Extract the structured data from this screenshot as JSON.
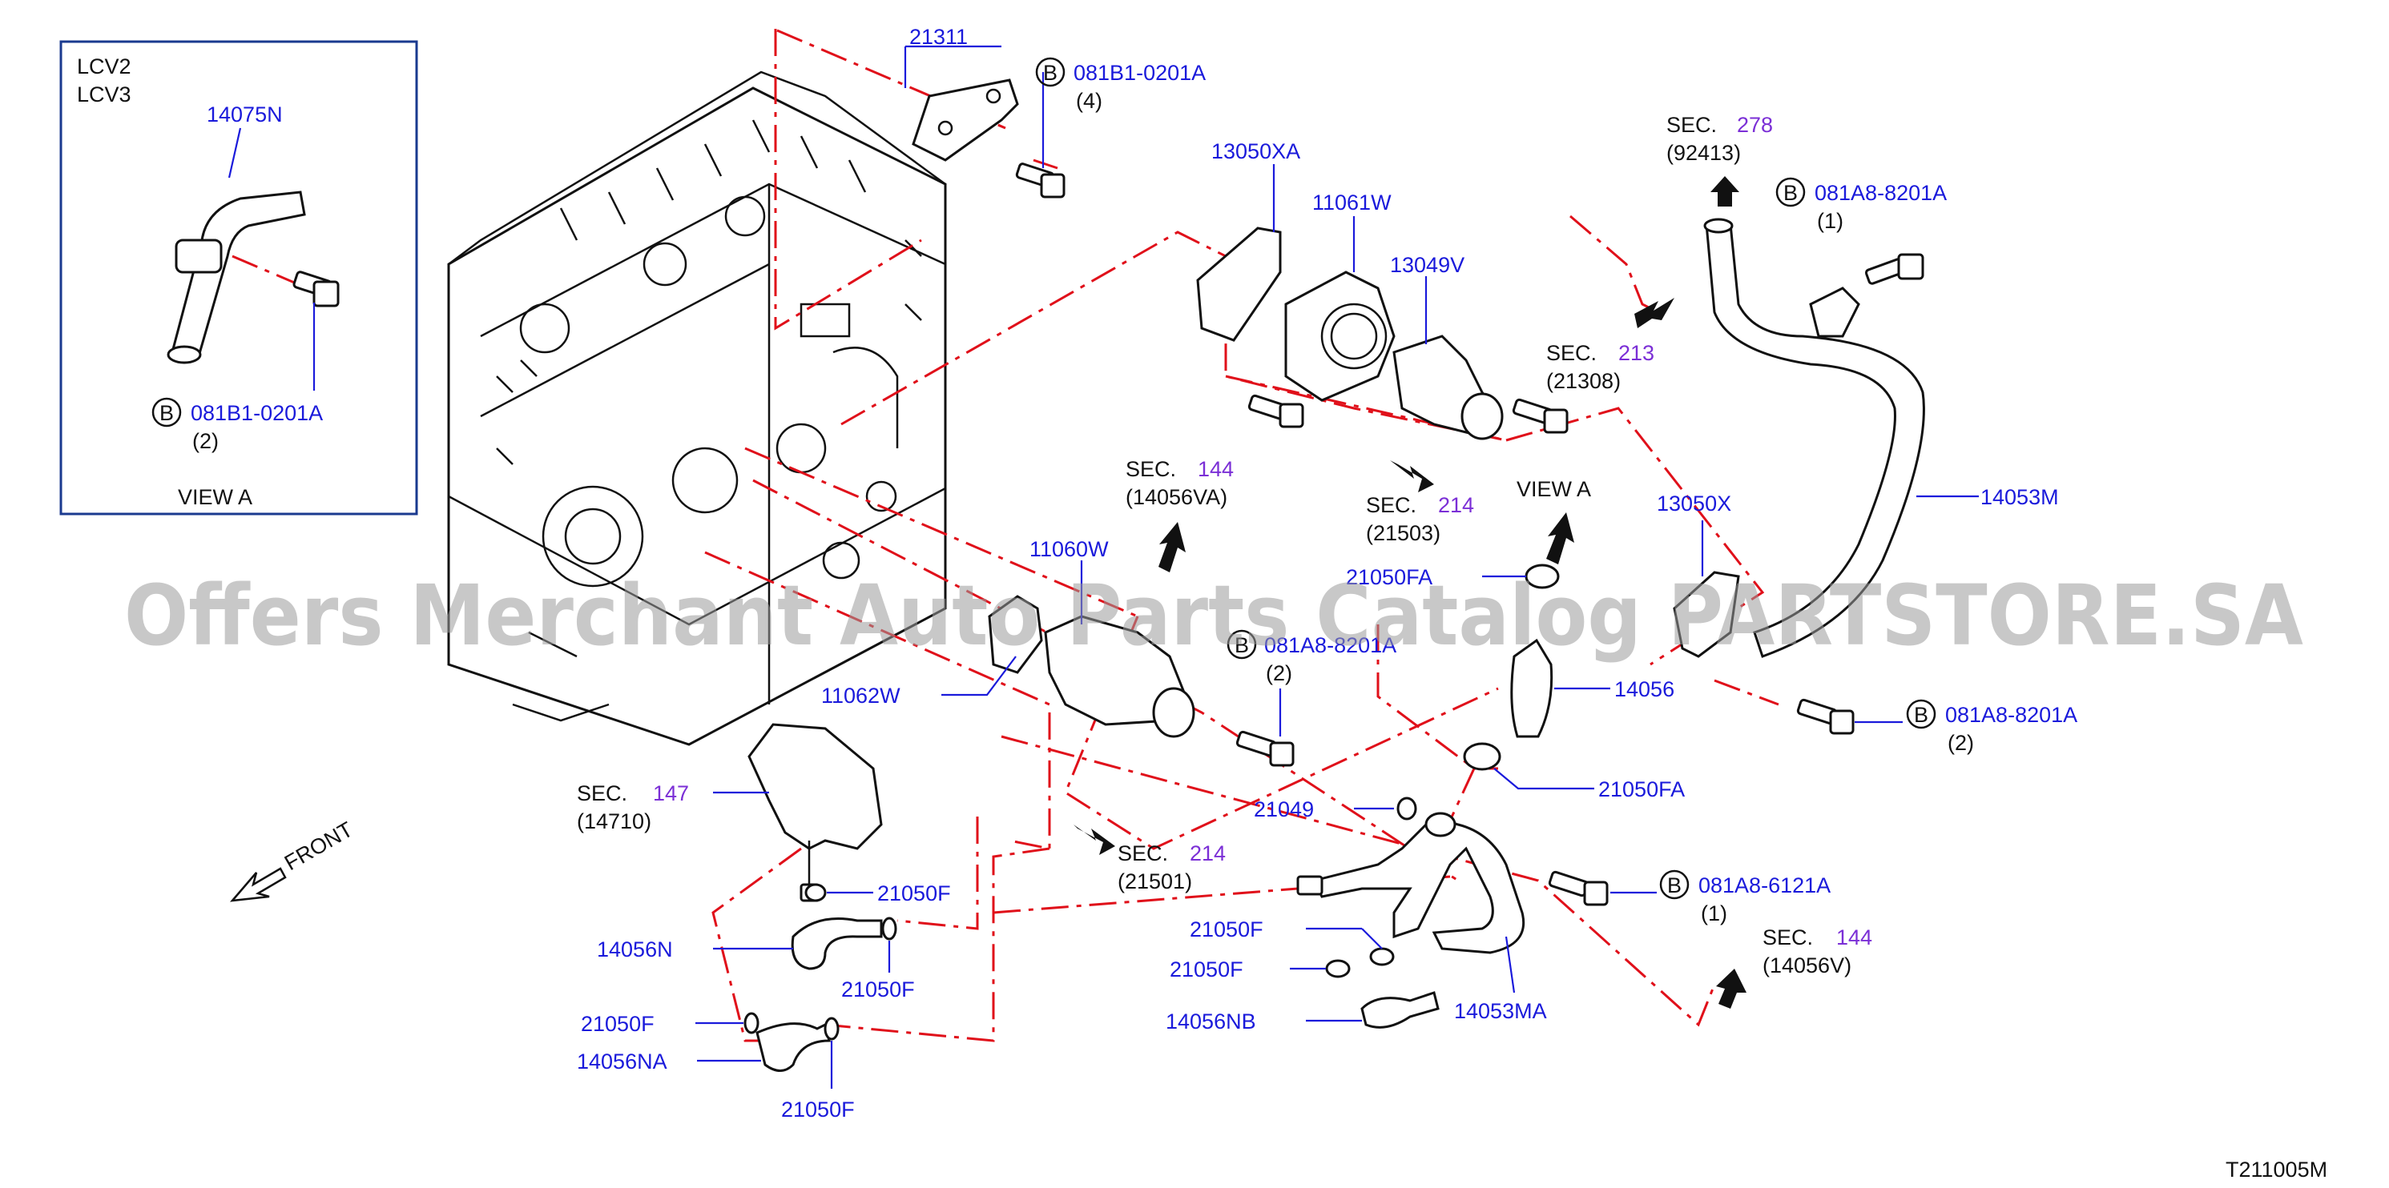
{
  "inset": {
    "variants": [
      "LCV2",
      "LCV3"
    ],
    "hose": "14075N",
    "bolt": "081B1-0201A",
    "bolt_qty": "(2)",
    "view": "VIEW   A"
  },
  "labels": {
    "bracket": "21311",
    "bracket_bolt": "081B1-0201A",
    "bracket_bolt_qty": "(4)",
    "gasket_top": "13050XA",
    "housing": "11061W",
    "thermostat": "13049V",
    "sec_278": "SEC.",
    "sec_278_num": "278",
    "sec_278_ref": "(92413)",
    "bolt_8201_top": "081A8-8201A",
    "bolt_8201_top_qty": "(1)",
    "sec_213": "SEC.",
    "sec_213_num": "213",
    "sec_213_ref": "(21308)",
    "sec_214a": "SEC.",
    "sec_214a_num": "214",
    "sec_214a_ref": "(21503)",
    "view_a": "VIEW   A",
    "pipe_right": "14053M",
    "gasket_right": "13050X",
    "sec_144a": "SEC.",
    "sec_144a_num": "144",
    "sec_144a_ref": "(14056VA)",
    "outlet": "11060W",
    "clamp_top": "21050FA",
    "bolt_8201_mid": "081A8-8201A",
    "bolt_8201_mid_qty": "(2)",
    "hose_14056": "14056",
    "gasket_11062": "11062W",
    "bolt_8201_right": "081A8-8201A",
    "bolt_8201_right_qty": "(2)",
    "sec_147": "SEC.",
    "sec_147_num": "147",
    "sec_147_ref": "(14710)",
    "clamp_mid": "21050FA",
    "oring": "21049",
    "sec_214b": "SEC.",
    "sec_214b_num": "214",
    "sec_214b_ref": "(21501)",
    "bolt_6121": "081A8-6121A",
    "bolt_6121_qty": "(1)",
    "front": "FRONT",
    "clamp_f1": "21050F",
    "clamp_f2": "21050F",
    "clamp_f3": "21050F",
    "clamp_f4": "21050F",
    "clamp_f5": "21050F",
    "clamp_f6": "21050F",
    "hose_n": "14056N",
    "hose_na": "14056NA",
    "hose_nb": "14056NB",
    "pipe_ma": "14053MA",
    "sec_144b": "SEC.",
    "sec_144b_num": "144",
    "sec_144b_ref": "(14056V)",
    "b_marker": "B",
    "drawing_code": "T211005M"
  },
  "watermark": "Offers Merchant Auto Parts Catalog PARTSTORE.SA",
  "colors": {
    "part_number": "#1a1adb",
    "section_number": "#7b2fd6",
    "leader_dash": "#e0101a",
    "outline": "#111111"
  }
}
